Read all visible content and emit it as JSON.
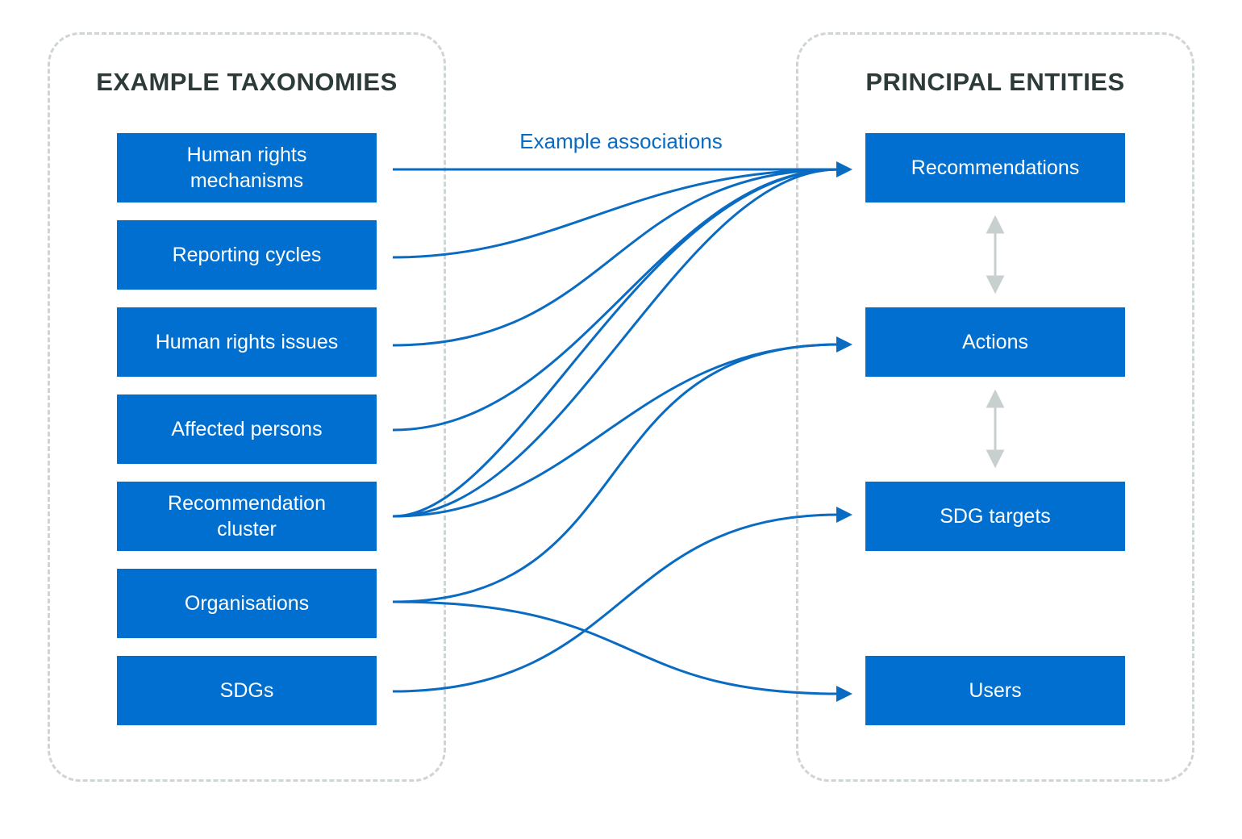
{
  "left_panel": {
    "title": "EXAMPLE TAXONOMIES",
    "items": [
      {
        "id": "mechanisms",
        "label": "Human rights\nmechanisms"
      },
      {
        "id": "reporting-cycles",
        "label": "Reporting cycles"
      },
      {
        "id": "issues",
        "label": "Human rights issues"
      },
      {
        "id": "affected-persons",
        "label": "Affected persons"
      },
      {
        "id": "cluster",
        "label": "Recommendation\ncluster"
      },
      {
        "id": "organisations",
        "label": "Organisations"
      },
      {
        "id": "sdgs",
        "label": "SDGs"
      }
    ]
  },
  "right_panel": {
    "title": "PRINCIPAL ENTITIES",
    "items": [
      {
        "id": "recommendations",
        "label": "Recommendations"
      },
      {
        "id": "actions",
        "label": "Actions"
      },
      {
        "id": "sdg-targets",
        "label": "SDG targets"
      },
      {
        "id": "users",
        "label": "Users"
      }
    ]
  },
  "associations_label": "Example associations",
  "associations": [
    {
      "from": "mechanisms",
      "to": "recommendations"
    },
    {
      "from": "reporting-cycles",
      "to": "recommendations"
    },
    {
      "from": "issues",
      "to": "recommendations"
    },
    {
      "from": "affected-persons",
      "to": "recommendations"
    },
    {
      "from": "cluster",
      "to": "recommendations"
    },
    {
      "from": "cluster",
      "to": "recommendations"
    },
    {
      "from": "cluster",
      "to": "actions"
    },
    {
      "from": "organisations",
      "to": "actions"
    },
    {
      "from": "organisations",
      "to": "users"
    },
    {
      "from": "sdgs",
      "to": "sdg-targets"
    }
  ],
  "entity_links": [
    {
      "from": "recommendations",
      "to": "actions",
      "bidirectional": true
    },
    {
      "from": "actions",
      "to": "sdg-targets",
      "bidirectional": true
    }
  ],
  "colors": {
    "box_fill": "#006fcf",
    "arrow": "#0a6bc2",
    "entity_arrow": "#c8cfcf",
    "panel_border": "#cfd4d4",
    "heading": "#2d3a3a"
  }
}
